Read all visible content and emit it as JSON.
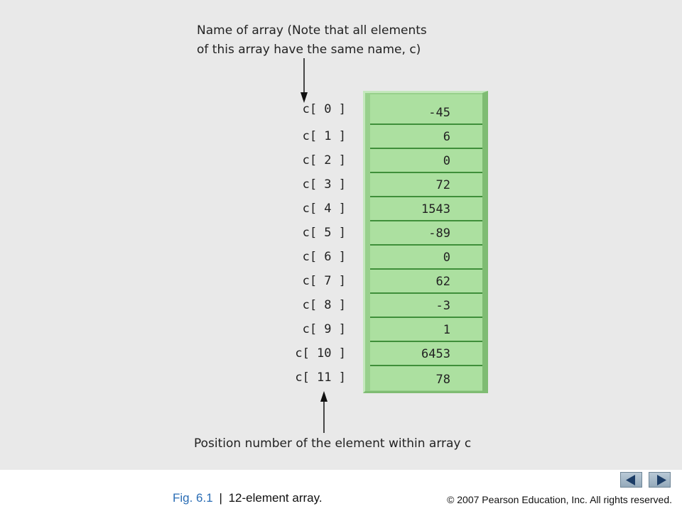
{
  "diagram": {
    "top_caption_line1": "Name of array (Note that all elements",
    "top_caption_line2": "of this array have the same name, c)",
    "bottom_caption": "Position number of the element within array c",
    "elements": [
      {
        "label": "c[ 0 ]",
        "value": "-45"
      },
      {
        "label": "c[ 1 ]",
        "value": "6"
      },
      {
        "label": "c[ 2 ]",
        "value": "0"
      },
      {
        "label": "c[ 3 ]",
        "value": "72"
      },
      {
        "label": "c[ 4 ]",
        "value": "1543"
      },
      {
        "label": "c[ 5 ]",
        "value": "-89"
      },
      {
        "label": "c[ 6 ]",
        "value": "0"
      },
      {
        "label": "c[ 7 ]",
        "value": "62"
      },
      {
        "label": "c[ 8 ]",
        "value": "-3"
      },
      {
        "label": "c[ 9 ]",
        "value": "1"
      },
      {
        "label": "c[ 10 ]",
        "value": "6453"
      },
      {
        "label": "c[ 11 ]",
        "value": "78"
      }
    ],
    "colors": {
      "cell_fill": "#ace0a0",
      "cell_divider": "#3f8f3a",
      "background": "#e9e9e9"
    }
  },
  "footer": {
    "fig_number": "Fig. 6.1",
    "separator": "|",
    "fig_title": "12-element array.",
    "copyright": "© 2007 Pearson Education, Inc.  All rights reserved.",
    "prev_icon": "left-triangle-icon",
    "next_icon": "right-triangle-icon",
    "link_color": "#2a6db5"
  }
}
